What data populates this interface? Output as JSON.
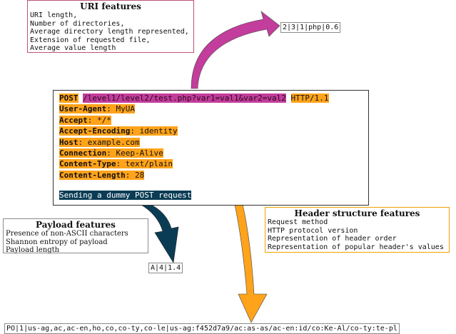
{
  "uri_features": {
    "title": "URI features",
    "items": [
      "URI length,",
      "Number of directories,",
      "Average directory length represented,",
      "Extension of requested file,",
      "Average value length"
    ],
    "result": "2|3|1|php|0.6"
  },
  "request": {
    "method": "POST",
    "uri": "/level1/level2/test.php?var1=val1&var2=val2",
    "protocol": "HTTP/1.1",
    "headers": [
      {
        "name": "User-Agent",
        "value": " MyUA"
      },
      {
        "name": "Accept",
        "value": " */*"
      },
      {
        "name": "Accept-Encoding",
        "value": " identity"
      },
      {
        "name": "Host",
        "value": " example.com"
      },
      {
        "name": "Connection",
        "value": " Keep-Alive"
      },
      {
        "name": "Content-Type",
        "value": " text/plain"
      },
      {
        "name": "Content-Length",
        "value": " 28"
      }
    ],
    "body": "Sending a dummy POST request"
  },
  "payload_features": {
    "title": "Payload features",
    "items": [
      "Presence of non-ASCII characters",
      "Shannon entropy of payload",
      "Payload length"
    ],
    "result": "A|4|1.4"
  },
  "header_features": {
    "title": "Header structure features",
    "items": [
      "Request method",
      "HTTP protocol version",
      "Representation of header order",
      "Representation of popular header's values"
    ],
    "result": "PO|1|us-ag,ac,ac-en,ho,co,co-ty,co-le|us-ag:f452d7a9/ac:as-as/ac-en:id/co:Ke-Al/co-ty:te-pl"
  },
  "colors": {
    "uri_arrow": "#c33d9c",
    "payload_arrow": "#0b3c55",
    "header_arrow": "#ffa31a",
    "header_highlight": "#ffa31a",
    "uri_highlight": "#c33d9c",
    "body_highlight": "#0b3c55"
  }
}
